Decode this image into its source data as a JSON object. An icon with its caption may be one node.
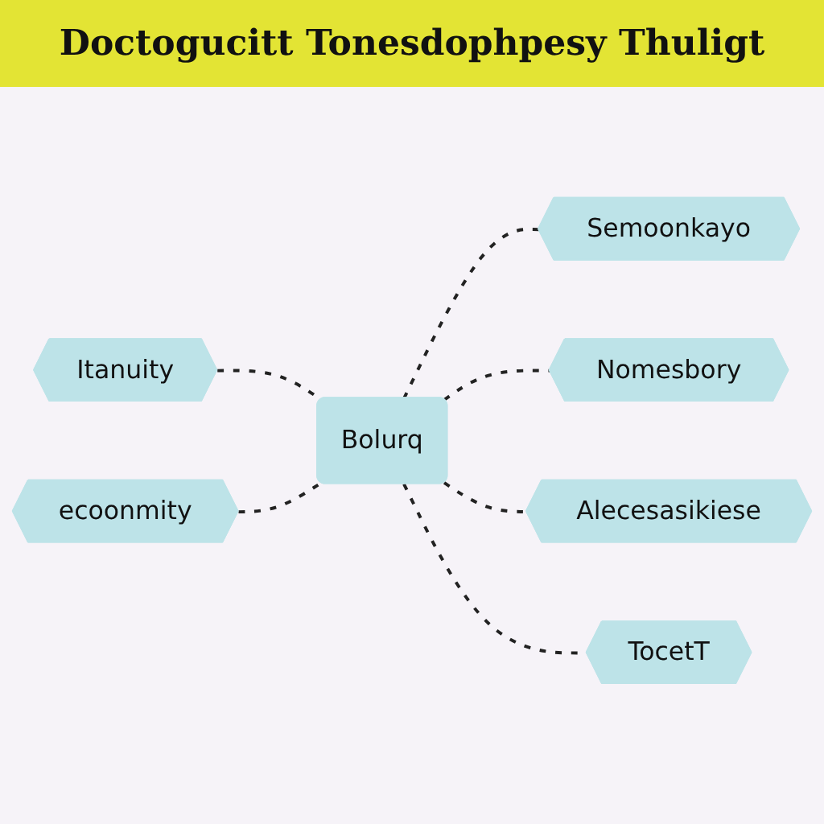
{
  "diagram": {
    "title": "Doctogucitt Tonesdophpesy Thuligt",
    "nodes": [
      {
        "text": [
          "Semoonkayo"
        ]
      },
      {
        "text": [
          "Itanuity"
        ]
      },
      {
        "text": [
          "Nomesbory"
        ]
      },
      {
        "text": [
          "Bolurq"
        ]
      },
      {
        "text": [
          "ecoonmity"
        ]
      },
      {
        "text": [
          "Alecesasikiese"
        ]
      },
      {
        "text": [
          "TocetT"
        ]
      }
    ],
    "edges": [
      {
        "from": 1,
        "to": 3,
        "arrow": "none",
        "style": "dashed"
      },
      {
        "from": 4,
        "to": 3,
        "arrow": "none",
        "style": "dashed"
      },
      {
        "from": 3,
        "to": 0,
        "arrow": "none",
        "style": "dashed"
      },
      {
        "from": 3,
        "to": 2,
        "arrow": "none",
        "style": "dashed"
      },
      {
        "from": 3,
        "to": 5,
        "arrow": "none",
        "style": "dashed"
      },
      {
        "from": 3,
        "to": 6,
        "arrow": "none",
        "style": "dashed"
      }
    ]
  }
}
